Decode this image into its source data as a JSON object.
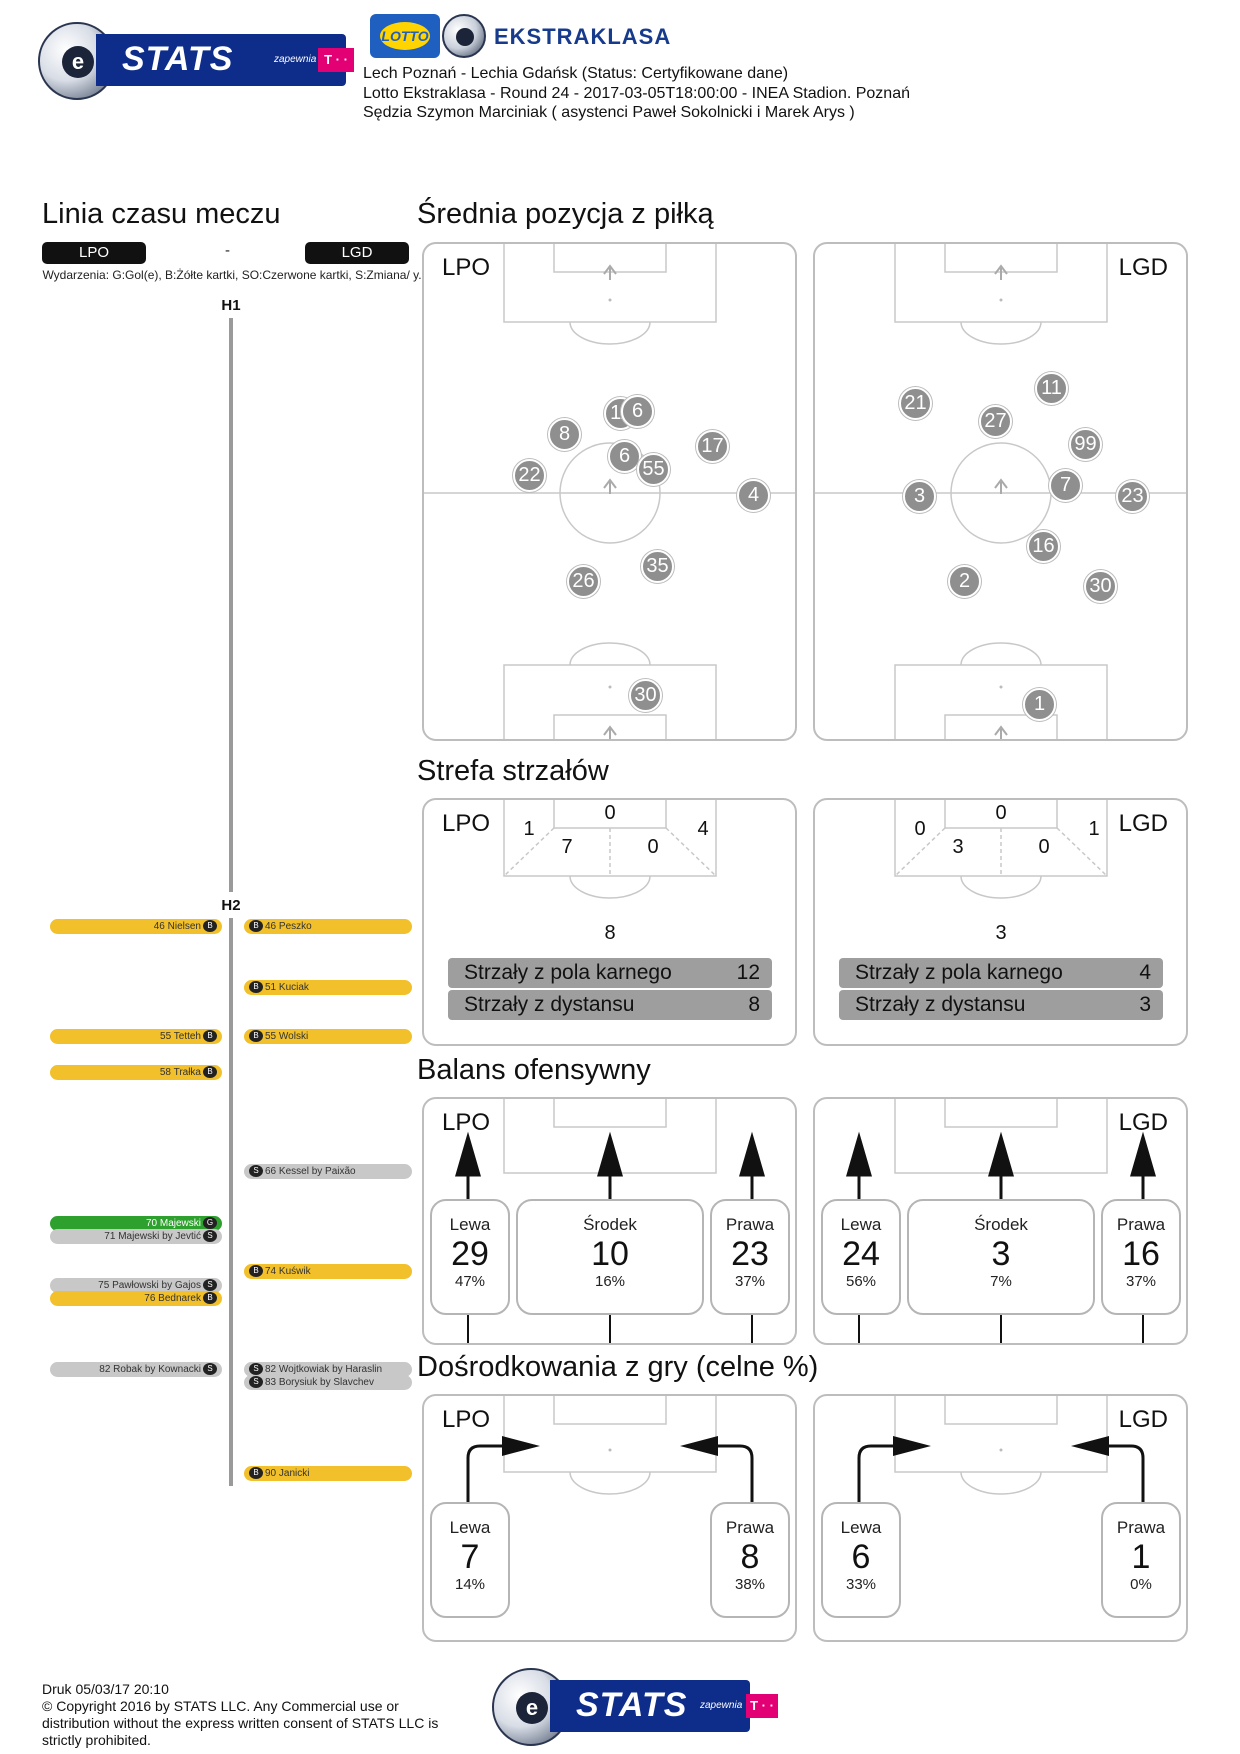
{
  "header": {
    "stats_word": "STATS",
    "stats_zap": "zapewnia",
    "stats_tm": "T · ·",
    "lotto_word": "LOTTO",
    "ekstraklasa_word": "EKSTRAKLASA",
    "line1": "Lech Poznań - Lechia Gdańsk (Status: Certyfikowane dane)",
    "line2": "Lotto Ekstraklasa - Round 24 - 2017-03-05T18:00:00 - INEA Stadion. Poznań",
    "line3": "Sędzia Szymon Marciniak ( asystenci Paweł Sokolnicki i Marek Arys )"
  },
  "teams": {
    "home": "LPO",
    "away": "LGD",
    "sep": "-"
  },
  "timeline": {
    "title": "Linia czasu meczu",
    "legend": "Wydarzenia: G:Gol(e), B:Żółte kartki, SO:Czerwone kartki, S:Zmiana/ y.",
    "h1": "H1",
    "h2": "H2",
    "events": [
      {
        "side": "left",
        "text": "46 Nielsen",
        "tag": "B",
        "color": "yellow"
      },
      {
        "side": "right",
        "text": "46 Peszko",
        "tag": "B",
        "color": "yellow"
      },
      {
        "side": "right",
        "text": "51 Kuciak",
        "tag": "B",
        "color": "yellow"
      },
      {
        "side": "left",
        "text": "55 Tetteh",
        "tag": "B",
        "color": "yellow"
      },
      {
        "side": "right",
        "text": "55 Wolski",
        "tag": "B",
        "color": "yellow"
      },
      {
        "side": "left",
        "text": "58 Trałka",
        "tag": "B",
        "color": "yellow"
      },
      {
        "side": "right",
        "text": "66 Kessel by Paixão",
        "tag": "S",
        "color": "grey"
      },
      {
        "side": "left",
        "text": "70 Majewski",
        "tag": "G",
        "color": "green"
      },
      {
        "side": "left",
        "text": "71 Majewski by Jevtić",
        "tag": "S",
        "color": "grey"
      },
      {
        "side": "right",
        "text": "74 Kuświk",
        "tag": "B",
        "color": "yellow"
      },
      {
        "side": "left",
        "text": "75 Pawłowski by Gajos",
        "tag": "S",
        "color": "grey"
      },
      {
        "side": "left",
        "text": "76 Bednarek",
        "tag": "B",
        "color": "yellow"
      },
      {
        "side": "left",
        "text": "82 Robak by Kownacki",
        "tag": "S",
        "color": "grey"
      },
      {
        "side": "right",
        "text": "82 Wojtkowiak by Haraslin",
        "tag": "S",
        "color": "grey"
      },
      {
        "side": "right",
        "text": "83 Borysiuk by Slavchev",
        "tag": "S",
        "color": "grey"
      },
      {
        "side": "right",
        "text": "90 Janicki",
        "tag": "B",
        "color": "yellow"
      }
    ]
  },
  "avg_position": {
    "title": "Średnia pozycja z piłką",
    "home_players": [
      "11",
      "6",
      "8",
      "17",
      "6",
      "55",
      "22",
      "4",
      "35",
      "26",
      "30"
    ],
    "away_players": [
      "11",
      "21",
      "27",
      "99",
      "7",
      "3",
      "23",
      "16",
      "2",
      "30",
      "1"
    ]
  },
  "shot_zone": {
    "title": "Strefa strzałów",
    "home": {
      "top": "0",
      "left": "1",
      "inner_left": "7",
      "inner_right": "0",
      "right": "4",
      "outside": "8",
      "box_label": "Strzały z pola karnego",
      "box_value": "12",
      "dist_label": "Strzały z dystansu",
      "dist_value": "8"
    },
    "away": {
      "top": "0",
      "left": "0",
      "inner_left": "3",
      "inner_right": "0",
      "right": "1",
      "outside": "3",
      "box_label": "Strzały z pola karnego",
      "box_value": "4",
      "dist_label": "Strzały z dystansu",
      "dist_value": "3"
    }
  },
  "attack_balance": {
    "title": "Balans ofensywny",
    "home": {
      "left": {
        "label": "Lewa",
        "value": "29",
        "pct": "47%"
      },
      "center": {
        "label": "Środek",
        "value": "10",
        "pct": "16%"
      },
      "right": {
        "label": "Prawa",
        "value": "23",
        "pct": "37%"
      }
    },
    "away": {
      "left": {
        "label": "Lewa",
        "value": "24",
        "pct": "56%"
      },
      "center": {
        "label": "Środek",
        "value": "3",
        "pct": "7%"
      },
      "right": {
        "label": "Prawa",
        "value": "16",
        "pct": "37%"
      }
    }
  },
  "crosses": {
    "title": "Dośrodkowania z gry (celne %)",
    "home": {
      "left": {
        "label": "Lewa",
        "value": "7",
        "pct": "14%"
      },
      "right": {
        "label": "Prawa",
        "value": "8",
        "pct": "38%"
      }
    },
    "away": {
      "left": {
        "label": "Lewa",
        "value": "6",
        "pct": "33%"
      },
      "right": {
        "label": "Prawa",
        "value": "1",
        "pct": "0%"
      }
    }
  },
  "footer": {
    "printed": "Druk 05/03/17 20:10",
    "copyright": "© Copyright 2016 by STATS LLC. Any Commercial use or distribution without the express written consent of STATS LLC is strictly prohibited."
  },
  "colors": {
    "yellow": "#f2c02a",
    "grey": "#c8c8c8",
    "green": "#2ea02e",
    "brand_blue": "#0e2d8a",
    "tmobile": "#e20074"
  }
}
